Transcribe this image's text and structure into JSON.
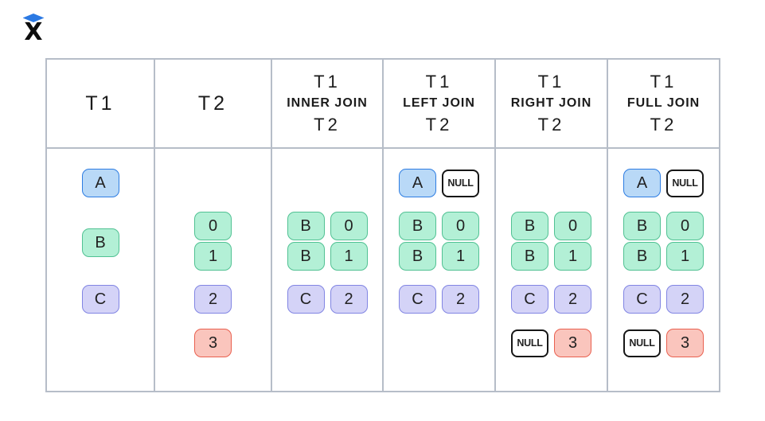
{
  "logo": {
    "glyph": "X",
    "diamond_color": "#2b79e3"
  },
  "palette": {
    "blue": {
      "bg": "#b9d9f7",
      "border": "#2d7de2"
    },
    "green": {
      "bg": "#b3f0d6",
      "border": "#51c193"
    },
    "purple": {
      "bg": "#d4d3f7",
      "border": "#8185e3"
    },
    "red": {
      "bg": "#fac5bd",
      "border": "#e9604f"
    },
    "null": {
      "bg": "#ffffff",
      "border": "#161616"
    }
  },
  "slots": {
    "a": 25,
    "r0": 79,
    "b": 100,
    "r1": 117,
    "r2": 171,
    "r3": 226
  },
  "table": {
    "headers": [
      {
        "id": "t1",
        "lines": [
          "T1"
        ]
      },
      {
        "id": "t2",
        "lines": [
          "T2"
        ]
      },
      {
        "id": "inner-join",
        "lines": [
          "T1",
          "INNER JOIN",
          "T2"
        ]
      },
      {
        "id": "left-join",
        "lines": [
          "T1",
          "LEFT JOIN",
          "T2"
        ]
      },
      {
        "id": "right-join",
        "lines": [
          "T1",
          "RIGHT JOIN",
          "T2"
        ]
      },
      {
        "id": "full-join",
        "lines": [
          "T1",
          "FULL JOIN",
          "T2"
        ]
      }
    ],
    "body": [
      {
        "id": "t1",
        "rows": [
          {
            "slot": "a",
            "cells": [
              {
                "text": "A",
                "color": "blue"
              }
            ]
          },
          {
            "slot": "b",
            "cells": [
              {
                "text": "B",
                "color": "green"
              }
            ]
          },
          {
            "slot": "r2",
            "cells": [
              {
                "text": "C",
                "color": "purple"
              }
            ]
          }
        ]
      },
      {
        "id": "t2",
        "rows": [
          {
            "slot": "r0",
            "cells": [
              {
                "text": "0",
                "color": "green"
              }
            ]
          },
          {
            "slot": "r1",
            "cells": [
              {
                "text": "1",
                "color": "green"
              }
            ]
          },
          {
            "slot": "r2",
            "cells": [
              {
                "text": "2",
                "color": "purple"
              }
            ]
          },
          {
            "slot": "r3",
            "cells": [
              {
                "text": "3",
                "color": "red"
              }
            ]
          }
        ]
      },
      {
        "id": "inner-join",
        "rows": [
          {
            "slot": "r0",
            "cells": [
              {
                "text": "B",
                "color": "green"
              },
              {
                "text": "0",
                "color": "green"
              }
            ]
          },
          {
            "slot": "r1",
            "cells": [
              {
                "text": "B",
                "color": "green"
              },
              {
                "text": "1",
                "color": "green"
              }
            ]
          },
          {
            "slot": "r2",
            "cells": [
              {
                "text": "C",
                "color": "purple"
              },
              {
                "text": "2",
                "color": "purple"
              }
            ]
          }
        ]
      },
      {
        "id": "left-join",
        "rows": [
          {
            "slot": "a",
            "cells": [
              {
                "text": "A",
                "color": "blue"
              },
              {
                "text": "NULL",
                "color": "null"
              }
            ]
          },
          {
            "slot": "r0",
            "cells": [
              {
                "text": "B",
                "color": "green"
              },
              {
                "text": "0",
                "color": "green"
              }
            ]
          },
          {
            "slot": "r1",
            "cells": [
              {
                "text": "B",
                "color": "green"
              },
              {
                "text": "1",
                "color": "green"
              }
            ]
          },
          {
            "slot": "r2",
            "cells": [
              {
                "text": "C",
                "color": "purple"
              },
              {
                "text": "2",
                "color": "purple"
              }
            ]
          }
        ]
      },
      {
        "id": "right-join",
        "rows": [
          {
            "slot": "r0",
            "cells": [
              {
                "text": "B",
                "color": "green"
              },
              {
                "text": "0",
                "color": "green"
              }
            ]
          },
          {
            "slot": "r1",
            "cells": [
              {
                "text": "B",
                "color": "green"
              },
              {
                "text": "1",
                "color": "green"
              }
            ]
          },
          {
            "slot": "r2",
            "cells": [
              {
                "text": "C",
                "color": "purple"
              },
              {
                "text": "2",
                "color": "purple"
              }
            ]
          },
          {
            "slot": "r3",
            "cells": [
              {
                "text": "NULL",
                "color": "null"
              },
              {
                "text": "3",
                "color": "red"
              }
            ]
          }
        ]
      },
      {
        "id": "full-join",
        "rows": [
          {
            "slot": "a",
            "cells": [
              {
                "text": "A",
                "color": "blue"
              },
              {
                "text": "NULL",
                "color": "null"
              }
            ]
          },
          {
            "slot": "r0",
            "cells": [
              {
                "text": "B",
                "color": "green"
              },
              {
                "text": "0",
                "color": "green"
              }
            ]
          },
          {
            "slot": "r1",
            "cells": [
              {
                "text": "B",
                "color": "green"
              },
              {
                "text": "1",
                "color": "green"
              }
            ]
          },
          {
            "slot": "r2",
            "cells": [
              {
                "text": "C",
                "color": "purple"
              },
              {
                "text": "2",
                "color": "purple"
              }
            ]
          },
          {
            "slot": "r3",
            "cells": [
              {
                "text": "NULL",
                "color": "null"
              },
              {
                "text": "3",
                "color": "red"
              }
            ]
          }
        ]
      }
    ]
  }
}
